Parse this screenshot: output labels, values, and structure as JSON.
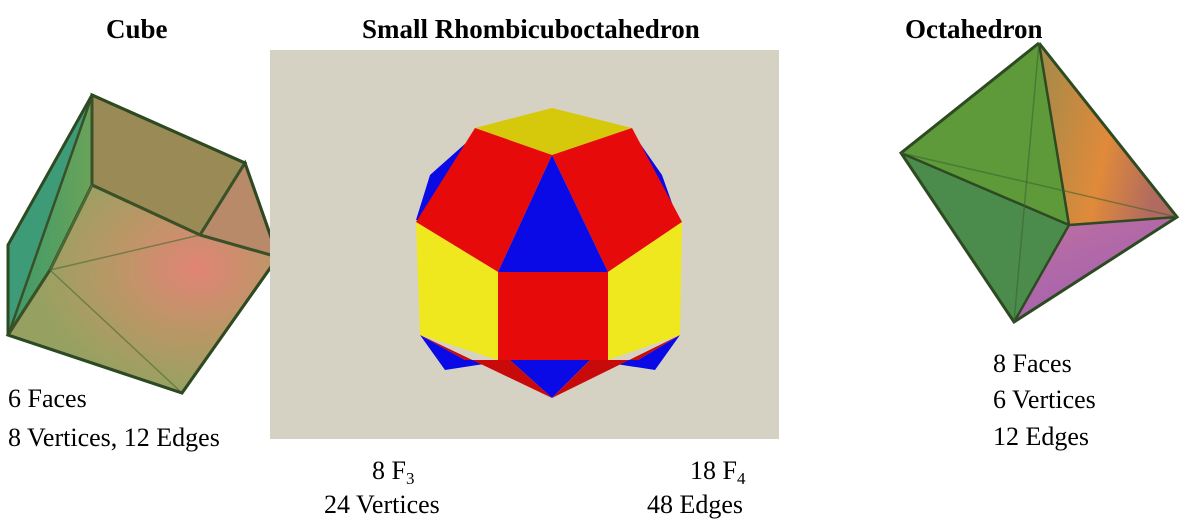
{
  "titles": {
    "cube": "Cube",
    "rhombi": "Small Rhombicuboctahedron",
    "octa": "Octahedron"
  },
  "cube": {
    "faces": "6 Faces",
    "vertices_edges": "8 Vertices, 12 Edges"
  },
  "rhombi": {
    "f3_count": "8 F",
    "f3_sub": "3",
    "f4_count": "18 F",
    "f4_sub": "4",
    "vertices": "24 Vertices",
    "edges": "48 Edges"
  },
  "octa": {
    "faces": "8 Faces",
    "vertices": "6 Vertices",
    "edges": "12 Edges"
  },
  "colors": {
    "red": "#e60a0a",
    "yellow": "#f0e81e",
    "blue": "#0a0ae6",
    "green": "#4a8a3a",
    "panel": "#d6d2c3"
  }
}
